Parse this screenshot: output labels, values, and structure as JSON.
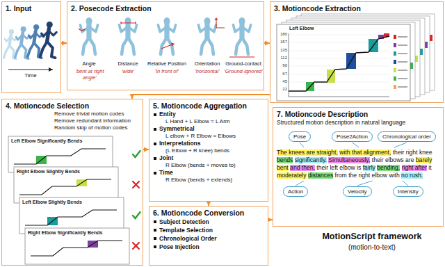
{
  "diagram": {
    "title": "MotionScript framework",
    "nodes": [
      {
        "text": [
          "1. Input"
        ]
      },
      {
        "text": [
          "2. Posecode Extraction"
        ]
      },
      {
        "text": [
          "3. Motioncode Extraction"
        ]
      },
      {
        "text": [
          "4. Motioncode Selection",
          "Remove trivial motion codes",
          "Remove redundant information",
          "Random skip of motion codes"
        ]
      },
      {
        "text": [
          "5. Motioncode Aggregation",
          "Entity",
          "L Hand + L Elbow = L Arm",
          "Symmetrical",
          "L elbow + R Elbow = Elbows",
          "Interpretations",
          "(L Elbow + R knee) bends",
          "Joint",
          "R Elbow (bends + moves to)",
          "Time",
          "R Elbow (bends + extends)"
        ]
      },
      {
        "text": [
          "6. Motioncode Conversion",
          "Subject Detection",
          "Template Selection",
          "Chronological Order",
          "Pose Injection"
        ]
      },
      {
        "text": [
          "7. Motioncode Description",
          "Structured motion description in natural language",
          "The knees are straight, with that alignment, their right knee bends significantly. Simultaneously, their elbows are barely bent and then, their left elbow is fairly bending, right after it moderately distances from the right elbow with no rush."
        ]
      },
      {
        "text": [
          "Pose"
        ],
        "in": 6
      },
      {
        "text": [
          "Pose2Action"
        ],
        "in": 6
      },
      {
        "text": [
          "Chronological order"
        ],
        "in": 6
      },
      {
        "text": [
          "Action"
        ],
        "in": 6
      },
      {
        "text": [
          "Velocity"
        ],
        "in": 6
      },
      {
        "text": [
          "Intensity"
        ],
        "in": 6
      }
    ],
    "edges": [
      {
        "from": 0,
        "to": 1,
        "arrow": "to"
      },
      {
        "from": 1,
        "to": 2,
        "arrow": "to"
      },
      {
        "from": 2,
        "to": 3,
        "arrow": "to"
      },
      {
        "from": 3,
        "to": 4,
        "arrow": "to"
      },
      {
        "from": 4,
        "to": 5,
        "arrow": "to"
      },
      {
        "from": 5,
        "to": 6,
        "arrow": "to"
      }
    ],
    "labels": [
      "Time",
      "Angle",
      "'bent at right angle'",
      "Distance",
      "'wide'",
      "Relative Position",
      "'in front of'",
      "Orientation",
      "'horizontal'",
      "Ground-contact",
      "'Ground-ignored'",
      "Left Elbow",
      "180",
      "157",
      "135",
      "112",
      "90",
      "67",
      "45",
      "22",
      "Left Elbow Significantly Bends",
      "Right Elbow Slightly Bends",
      "Left Elbow Slightly Bends",
      "Right Elbow Significantly Bends",
      "(motion-to-text)"
    ]
  }
}
